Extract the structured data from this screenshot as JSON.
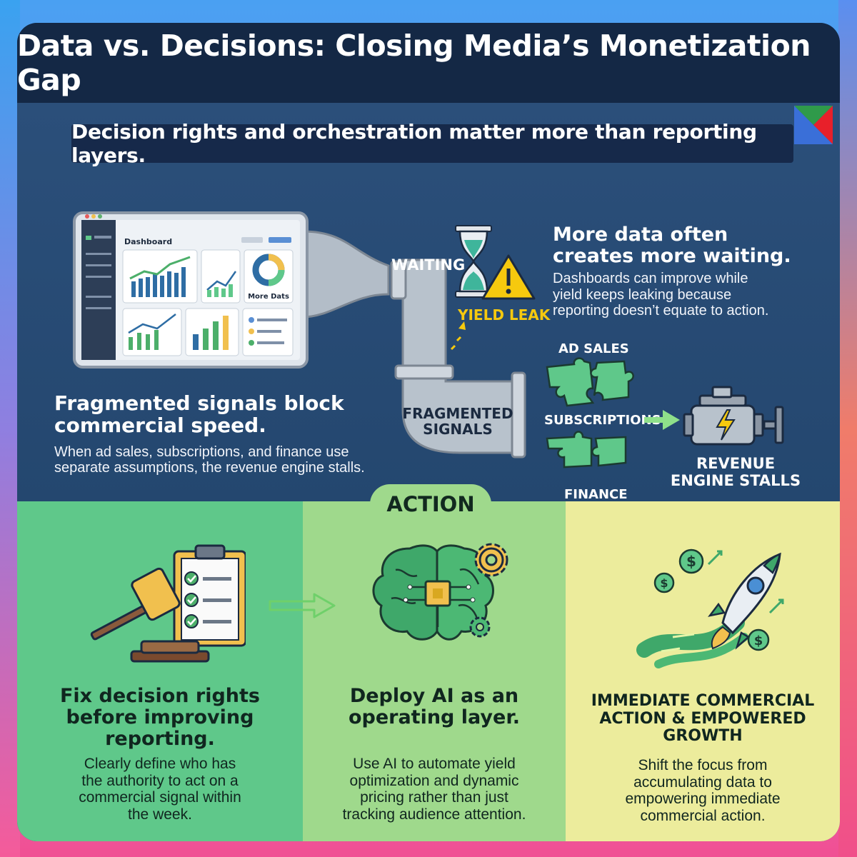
{
  "title": "Data vs. Decisions: Closing Media’s Monetization Gap",
  "subtitle": "Decision rights and orchestration matter more than reporting layers.",
  "dashboard": {
    "header": "Dashboard",
    "widget_label": "More Dats"
  },
  "pipe": {
    "waiting_label": "WAITING",
    "yield_leak_label": "YIELD LEAK",
    "fragmented_label_1": "FRAGMENTED",
    "fragmented_label_2": "SIGNALS"
  },
  "more_data": {
    "heading_1": "More data often",
    "heading_2": "creates more waiting.",
    "body_1": "Dashboards can improve while",
    "body_2": "yield keeps leaking because",
    "body_3": "reporting doesn’t equate to action."
  },
  "fragmented": {
    "heading_1": "Fragmented signals block",
    "heading_2": "commercial speed.",
    "body_1": "When ad sales, subscriptions, and finance use",
    "body_2": "separate assumptions, the revenue engine stalls."
  },
  "puzzle": {
    "ad_sales": "AD SALES",
    "subscriptions": "SUBSCRIPTIONS",
    "finance": "FINANCE",
    "engine_1": "REVENUE",
    "engine_2": "ENGINE STALLS"
  },
  "action_tab": "ACTION",
  "columns": [
    {
      "heading": [
        "Fix decision rights",
        "before improving",
        "reporting."
      ],
      "body": [
        "Clearly define who has",
        "the authority to act on a",
        "commercial signal within",
        "the week."
      ]
    },
    {
      "heading": [
        "Deploy AI as an",
        "operating layer."
      ],
      "body": [
        "Use AI to automate yield",
        "optimization and dynamic",
        "pricing rather than just",
        "tracking audience attention."
      ]
    },
    {
      "heading": [
        "IMMEDIATE COMMERCIAL",
        "ACTION & EMPOWERED",
        "GROWTH"
      ],
      "body": [
        "Shift the focus from",
        "accumulating data to",
        "empowering immediate",
        "commercial action."
      ]
    }
  ],
  "colors": {
    "title_bg": "#142845",
    "upper_bg": "#24476f",
    "col1_bg": "#5fc88a",
    "col2_bg": "#9fd98c",
    "col3_bg": "#ecec9c",
    "warning_yellow": "#f6c90e",
    "pipe_gray": "#b8c2cc"
  },
  "icons": [
    "hourglass-icon",
    "warning-icon",
    "puzzle-piece-icon",
    "engine-icon",
    "gavel-icon",
    "clipboard-checklist-icon",
    "brain-chip-icon",
    "gear-icon",
    "rocket-icon",
    "dollar-coin-icon",
    "arrow-right-icon"
  ]
}
